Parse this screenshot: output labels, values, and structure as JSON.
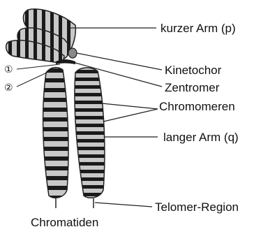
{
  "diagram": {
    "labels": {
      "short_arm": "kurzer Arm (p)",
      "kinetochore": "Kinetochor",
      "centromere": "Zentromer",
      "chromomeres": "Chromomeren",
      "long_arm": "langer Arm (q)",
      "telomere": "Telomer-Region"
    },
    "bottom_label": "Chromatiden",
    "markers": {
      "one": "①",
      "two": "②"
    },
    "colors": {
      "band_dark": "#1a1a1a",
      "band_light": "#c8c8c8",
      "outline": "#222222",
      "leader": "#222222"
    }
  }
}
